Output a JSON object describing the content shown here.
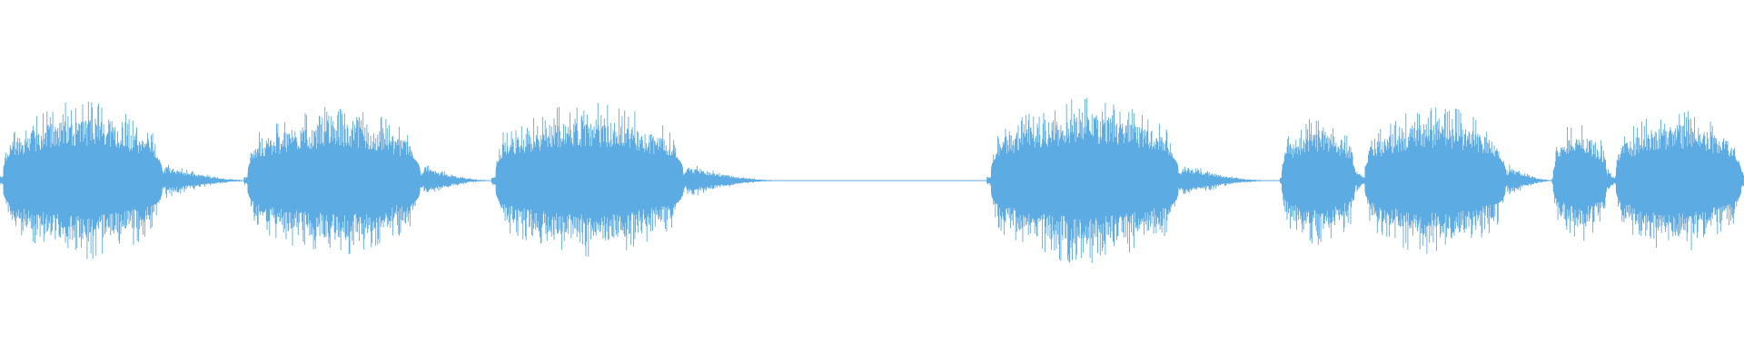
{
  "waveform": {
    "color": "#5dabe3",
    "background": "#ffffff",
    "duration_percent": 100,
    "segments": [
      {
        "start": 0.0,
        "end": 0.095,
        "level": 0.92,
        "tail": 0.044
      },
      {
        "start": 0.14,
        "end": 0.243,
        "level": 0.86,
        "tail": 0.035
      },
      {
        "start": 0.282,
        "end": 0.394,
        "level": 0.9,
        "tail": 0.048
      },
      {
        "start": 0.566,
        "end": 0.678,
        "level": 0.96,
        "tail": 0.045
      },
      {
        "start": 0.734,
        "end": 0.778,
        "level": 0.76,
        "tail": 0.006
      },
      {
        "start": 0.781,
        "end": 0.865,
        "level": 0.86,
        "tail": 0.024
      },
      {
        "start": 0.89,
        "end": 0.922,
        "level": 0.7,
        "tail": 0.005
      },
      {
        "start": 0.925,
        "end": 1.0,
        "level": 0.84,
        "tail": 0.0
      }
    ]
  }
}
